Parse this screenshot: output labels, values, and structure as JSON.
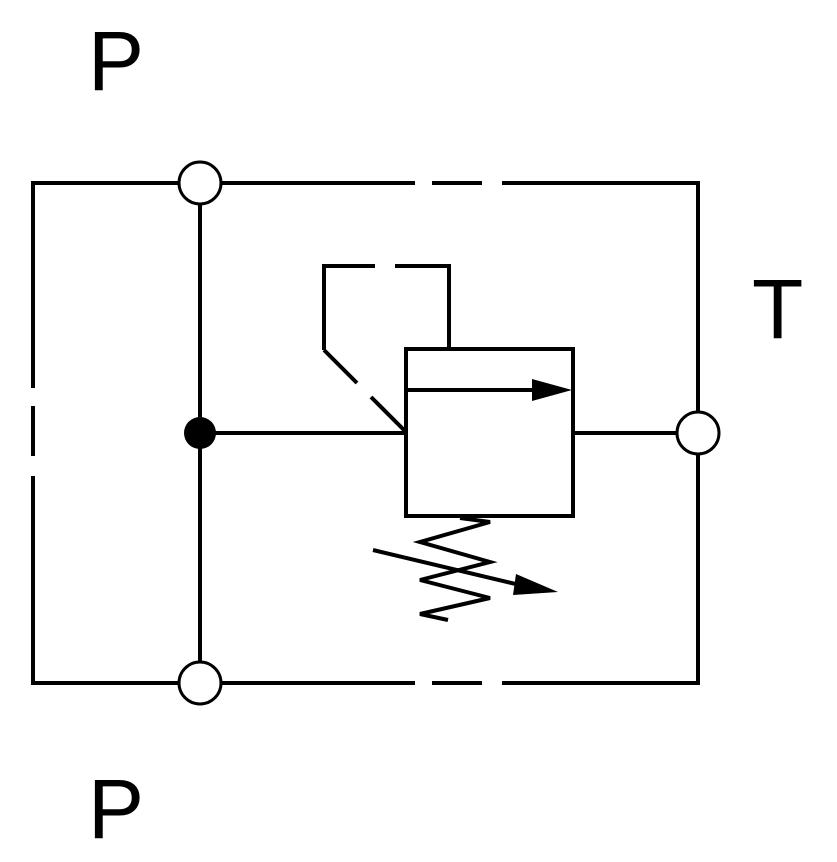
{
  "labels": {
    "port_top_left": "P",
    "port_bottom_left": "P",
    "port_right": "T"
  },
  "colors": {
    "stroke": "#000000",
    "background": "#ffffff",
    "port_fill": "#ffffff",
    "junction_fill": "#000000"
  }
}
